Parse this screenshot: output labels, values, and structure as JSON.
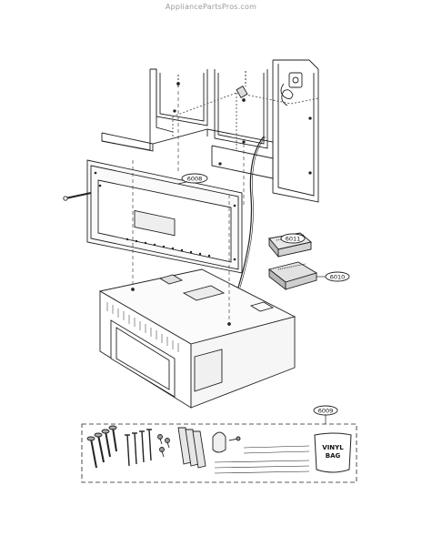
{
  "watermark": "AppliancePartsPros.com",
  "callouts": {
    "mounting_plate": "6008",
    "filter_small": "6011",
    "filter_large": "6010",
    "hardware_kit": "6009"
  },
  "hardware_kit": {
    "bag_label_line1": "VINYL",
    "bag_label_line2": "BAG"
  },
  "colors": {
    "line": "#222222",
    "dash": "#444444",
    "fill_light": "#f4f4f4",
    "fill_dark": "#cfcfcf"
  }
}
